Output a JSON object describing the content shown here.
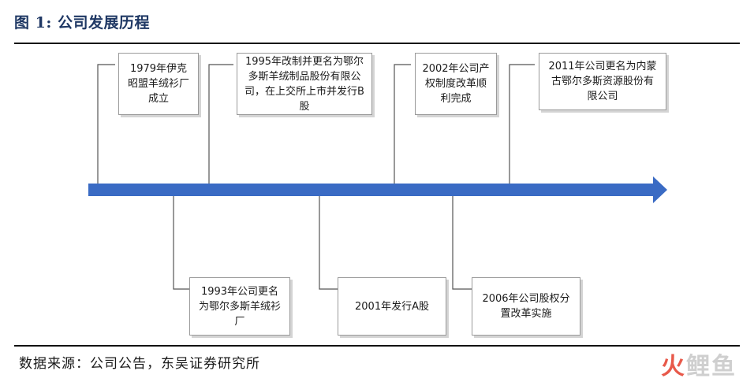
{
  "figure": {
    "title": "图 1:  公司发展历程"
  },
  "timeline": {
    "above": [
      {
        "text": "1979年伊克昭盟羊绒衫厂成立"
      },
      {
        "text": "1995年改制并更名为鄂尔多斯羊绒制品股份有限公司，在上交所上市并发行B股"
      },
      {
        "text": "2002年公司产权制度改革顺利完成"
      },
      {
        "text": "2011年公司更名为内蒙古鄂尔多斯资源股份有限公司"
      }
    ],
    "below": [
      {
        "text": "1993年公司更名为鄂尔多斯羊绒衫厂"
      },
      {
        "text": "2001年发行A股"
      },
      {
        "text": "2006年公司股权分置改革实施"
      }
    ]
  },
  "footer": {
    "source": "数据来源：公司公告，东吴证券研究所"
  },
  "watermark": {
    "part1": "火",
    "part2": "鲤鱼"
  },
  "colors": {
    "title": "#1f3864",
    "arrow": "#3a6bc4",
    "connector": "#555555",
    "rule": "#111111"
  }
}
